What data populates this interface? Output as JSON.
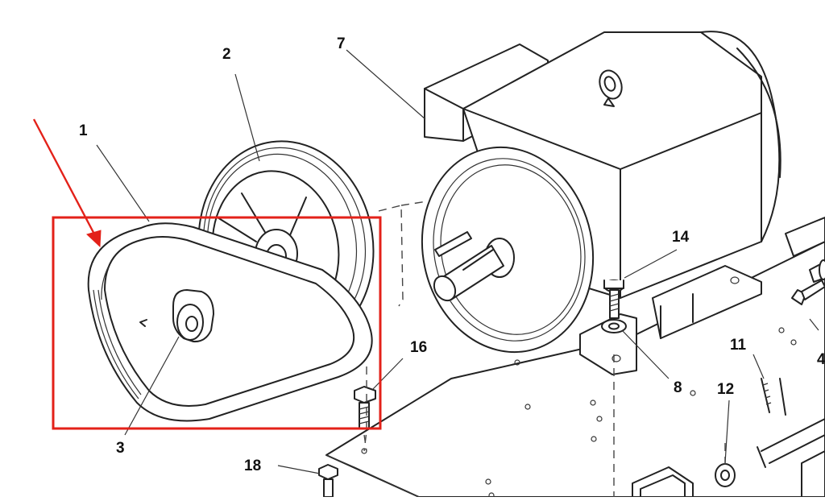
{
  "callouts": {
    "c1": "1",
    "c2": "2",
    "c3": "3",
    "c7": "7",
    "c8": "8",
    "c11": "11",
    "c12": "12",
    "c14": "14",
    "c16": "16",
    "c18": "18",
    "c4": "4"
  },
  "colors": {
    "highlight": "#e32119",
    "line": "#222222",
    "paper": "#ffffff"
  }
}
